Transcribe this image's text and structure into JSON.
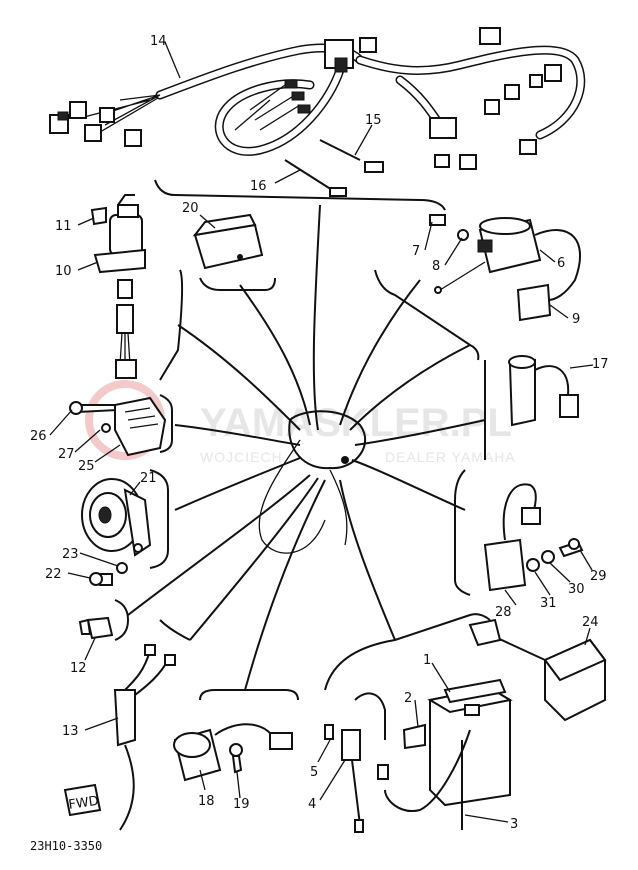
{
  "watermark": {
    "brand": "YAMASKLER.PL",
    "sub": "WOJCIECH",
    "sub_right": "DEALER YAMAHA"
  },
  "diagram_code": "23H10-3350",
  "fwd_label": "FWD",
  "callouts": {
    "c1": "1",
    "c2": "2",
    "c3": "3",
    "c4": "4",
    "c5": "5",
    "c6": "6",
    "c7": "7",
    "c8": "8",
    "c9": "9",
    "c10": "10",
    "c11": "11",
    "c12": "12",
    "c13": "13",
    "c14": "14",
    "c15": "15",
    "c16": "16",
    "c17": "17",
    "c18": "18",
    "c19": "19",
    "c20": "20",
    "c21": "21",
    "c22": "22",
    "c23": "23",
    "c24": "24",
    "c25": "25",
    "c26": "26",
    "c27": "27",
    "c28": "28",
    "c29": "29",
    "c30": "30",
    "c31": "31"
  }
}
